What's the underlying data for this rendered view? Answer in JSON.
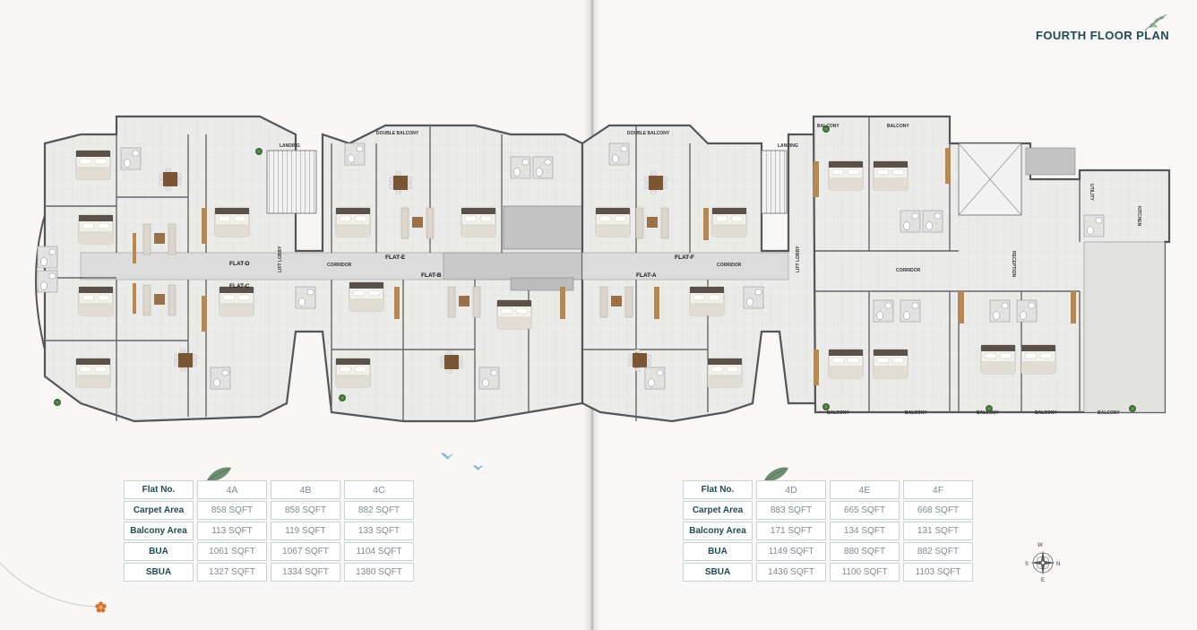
{
  "page": {
    "title": "FOURTH FLOOR PLAN"
  },
  "plan": {
    "flat_tags": [
      "FLAT-D",
      "FLAT-C",
      "FLAT-E",
      "FLAT-B",
      "FLAT-A",
      "FLAT-F"
    ],
    "room_labels": [
      "LANDING",
      "LIFT LOBBY",
      "CORRIDOR",
      "CORRIDOR",
      "DOUBLE BALCONY",
      "DOUBLE BALCONY",
      "LANDING",
      "LIFT LOBBY",
      "BALCONY",
      "BALCONY",
      "RECEPTION",
      "CORRIDOR",
      "KITCHEN",
      "UTILITY",
      "BALCONY",
      "BALCONY",
      "BALCONY",
      "BALCONY",
      "BALCONY"
    ]
  },
  "tables": {
    "left": {
      "header_label": "Flat No.",
      "columns": [
        "4A",
        "4B",
        "4C"
      ],
      "rows": [
        {
          "label": "Carpet Area",
          "values": [
            "858 SQFT",
            "858 SQFT",
            "882 SQFT"
          ]
        },
        {
          "label": "Balcony Area",
          "values": [
            "113 SQFT",
            "119 SQFT",
            "133 SQFT"
          ]
        },
        {
          "label": "BUA",
          "values": [
            "1061 SQFT",
            "1067 SQFT",
            "1104 SQFT"
          ]
        },
        {
          "label": "SBUA",
          "values": [
            "1327 SQFT",
            "1334 SQFT",
            "1380 SQFT"
          ]
        }
      ]
    },
    "right": {
      "header_label": "Flat No.",
      "columns": [
        "4D",
        "4E",
        "4F"
      ],
      "rows": [
        {
          "label": "Carpet Area",
          "values": [
            "883 SQFT",
            "665 SQFT",
            "668 SQFT"
          ]
        },
        {
          "label": "Balcony Area",
          "values": [
            "171 SQFT",
            "134 SQFT",
            "131 SQFT"
          ]
        },
        {
          "label": "BUA",
          "values": [
            "1149 SQFT",
            "880 SQFT",
            "882 SQFT"
          ]
        },
        {
          "label": "SBUA",
          "values": [
            "1436 SQFT",
            "1100 SQFT",
            "1103 SQFT"
          ]
        }
      ]
    }
  },
  "compass": {
    "n": "N",
    "s": "S",
    "e": "E",
    "w": "W"
  },
  "colors": {
    "title": "#1f4a52",
    "leaf": "#6f8f72",
    "wood": "#b8884e",
    "flower": "#e06a2a",
    "tile": "#e4e4e2"
  }
}
